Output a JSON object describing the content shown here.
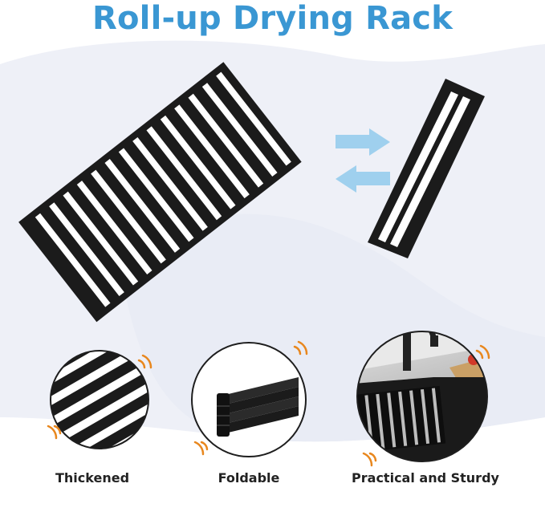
{
  "title": "Roll-up Drying Rack",
  "colors": {
    "title": "#3a97d3",
    "rack": "#1b1b1b",
    "arrow": "#9fd0ee",
    "accent": "#e8871e",
    "background_shape": "#eef0f7"
  },
  "icons": {
    "arrow_right": "arrow-right-icon",
    "arrow_left": "arrow-left-icon",
    "vibration_marks": "vibration-mark-icon"
  },
  "features": [
    {
      "label": "Thickened"
    },
    {
      "label": "Foldable"
    },
    {
      "label": "Practical and Sturdy"
    }
  ]
}
